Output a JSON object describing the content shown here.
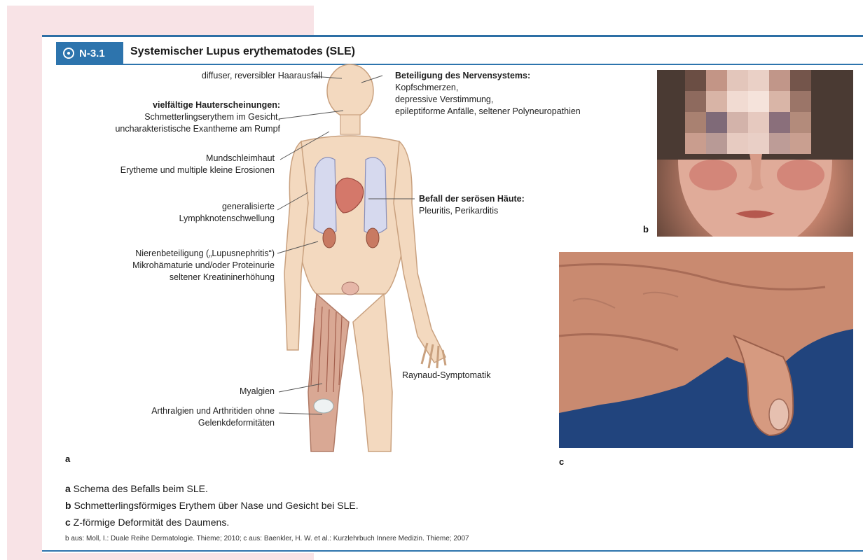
{
  "page_mark": "",
  "figure": {
    "number": "N-3.1",
    "title": "Systemischer Lupus erythematodes (SLE)"
  },
  "labels": {
    "hair": "diffuser, reversibler Haarausfall",
    "skin_title": "vielfältige Hauterscheinungen:",
    "skin_1": "Schmetterlingserythem im Gesicht,",
    "skin_2": "uncharakteristische Exantheme am Rumpf",
    "mouth_1": "Mundschleimhaut",
    "mouth_2": "Erytheme und multiple kleine Erosionen",
    "lymph_1": "generalisierte",
    "lymph_2": "Lymphknotenschwellung",
    "kidney_1": "Nierenbeteiligung („Lupusnephritis“)",
    "kidney_2": "Mikrohämaturie und/oder Proteinurie",
    "kidney_3": "seltener Kreatininerhöhung",
    "myalgia": "Myalgien",
    "arthr_1": "Arthralgien und Arthritiden ohne",
    "arthr_2": "Gelenkdeformitäten",
    "nerve_title": "Beteiligung des Nervensystems:",
    "nerve_1": "Kopfschmerzen,",
    "nerve_2": "depressive Verstimmung,",
    "nerve_3": "epileptiforme Anfälle, seltener Polyneuropathien",
    "serous_title": "Befall der serösen Häute:",
    "serous_1": "Pleuritis, Perikarditis",
    "raynaud": "Raynaud-Symptomatik"
  },
  "panel_letters": {
    "a": "a",
    "b": "b",
    "c": "c"
  },
  "captions": [
    {
      "letter": "a",
      "text": " Schema des Befalls beim SLE."
    },
    {
      "letter": "b",
      "text": " Schmetterlingsförmiges Erythem über Nase und Gesicht bei SLE."
    },
    {
      "letter": "c",
      "text": " Z-förmige Deformität des Daumens."
    }
  ],
  "source": "b aus: Moll, I.: Duale Reihe Dermatologie. Thieme; 2010; c aus: Baenkler, H. W. et al.: Kurzlehrbuch Innere Medizin. Thieme; 2007",
  "colors": {
    "accent": "#2d74ad",
    "pink_margin": "#f8e3e6"
  }
}
